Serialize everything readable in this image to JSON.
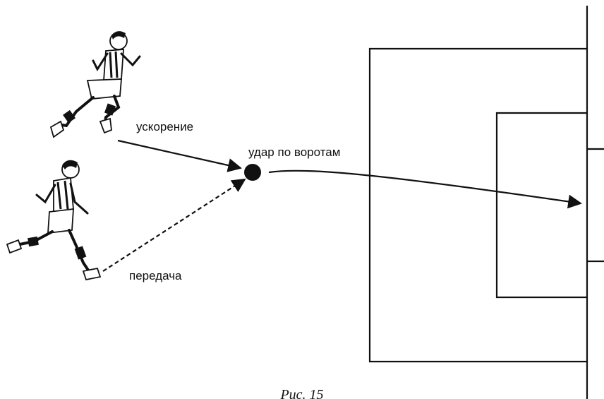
{
  "labels": {
    "acceleration": "ускорение",
    "shot_on_goal": "удар по воротам",
    "pass": "передача"
  },
  "caption": "Рис. 15",
  "colors": {
    "ink": "#111111",
    "background": "#ffffff"
  },
  "figures": {
    "runner_top": "running-player-icon",
    "runner_bottom": "running-player-icon"
  }
}
